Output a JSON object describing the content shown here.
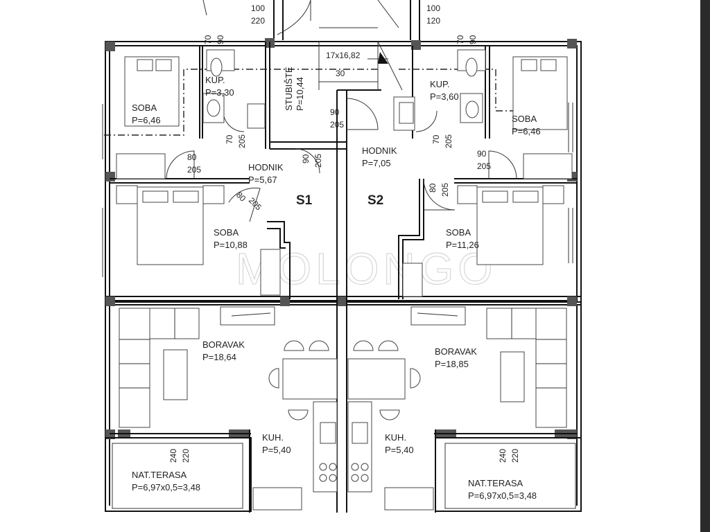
{
  "plan": {
    "stair_top": {
      "d1": "100",
      "d2": "220"
    },
    "stair_top_r": {
      "d1": "100",
      "d2": "120"
    },
    "stair": {
      "label": "STUBIŠTE",
      "area": "P=10,44",
      "size": "17x16,82",
      "count": "30"
    },
    "units": {
      "s1": "S1",
      "s2": "S2"
    },
    "rooms": {
      "soba_l_top": {
        "name": "SOBA",
        "area": "P=6,46"
      },
      "kup_l": {
        "name": "KUP.",
        "area": "P=3,30"
      },
      "kup_r": {
        "name": "KUP.",
        "area": "P=3,60"
      },
      "soba_r_top": {
        "name": "SOBA",
        "area": "P=6,46"
      },
      "hodnik_l": {
        "name": "HODNIK",
        "area": "P=5,67"
      },
      "hodnik_r": {
        "name": "HODNIK",
        "area": "P=7,05"
      },
      "soba_l": {
        "name": "SOBA",
        "area": "P=10,88"
      },
      "soba_r": {
        "name": "SOBA",
        "area": "P=11,26"
      },
      "boravak_l": {
        "name": "BORAVAK",
        "area": "P=18,64"
      },
      "boravak_r": {
        "name": "BORAVAK",
        "area": "P=18,85"
      },
      "kuh_l": {
        "name": "KUH.",
        "area": "P=5,40"
      },
      "kuh_r": {
        "name": "KUH.",
        "area": "P=5,40"
      },
      "terasa_l": {
        "name": "NAT.TERASA",
        "area": "P=6,97x0,5=3,48"
      },
      "terasa_r": {
        "name": "NAT.TERASA",
        "area": "P=6,97x0,5=3,48"
      }
    },
    "doors": {
      "kup_l_w": "70",
      "kup_l_h": "90",
      "kup_r_w": "70",
      "kup_r_h": "90",
      "st_door_w": "90",
      "st_door_h": "205",
      "kup_l_door_w": "70",
      "kup_l_door_h": "205",
      "kup_r_door_w": "70",
      "kup_r_door_h": "205",
      "soba_l_top_w": "80",
      "soba_l_top_h": "205",
      "hod_l_w": "90",
      "hod_l_h": "205",
      "soba_r_top_w": "90",
      "soba_r_top_h": "205",
      "soba_l_w": "80",
      "soba_l_h": "205",
      "soba_r_w": "80",
      "soba_r_h": "205",
      "ter_l_w": "240",
      "ter_l_h": "220",
      "ter_r_w": "240",
      "ter_r_h": "220"
    },
    "watermark": "MOLONGO"
  }
}
